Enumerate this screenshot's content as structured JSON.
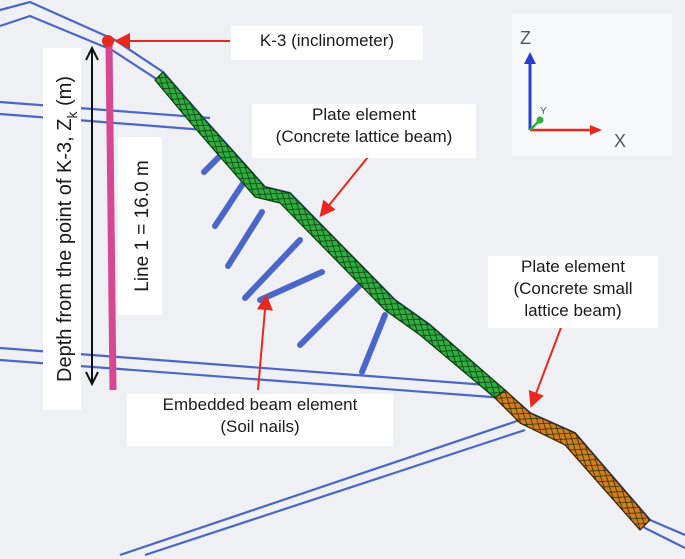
{
  "labels": {
    "k3": "K-3 (inclinometer)",
    "plate_element_1_line1": "Plate element",
    "plate_element_1_line2": "(Concrete lattice beam)",
    "plate_element_2_line1": "Plate element",
    "plate_element_2_line2": "(Concrete small",
    "plate_element_2_line3": "lattice beam)",
    "embedded_beam_line1": "Embedded beam element",
    "embedded_beam_line2": "(Soil nails)",
    "line1": "Line 1 = 16.0 m",
    "depth_axis_prefix": "Depth from the point of K-3, Z",
    "depth_axis_subscript": "k",
    "depth_axis_suffix": " (m)"
  },
  "axes": {
    "z": "Z",
    "y": "Y",
    "x": "X"
  },
  "colors": {
    "model_line": "#4a66c8",
    "nail": "#4a66c8",
    "concrete_beam": "#2fae3f",
    "small_beam": "#d67c1e",
    "inclinometer_line": "#d6488f",
    "callout_arrow": "#e8281f",
    "axis_x": "#e8281f",
    "axis_z": "#2a3fd0",
    "axis_y": "#2fae3f"
  }
}
